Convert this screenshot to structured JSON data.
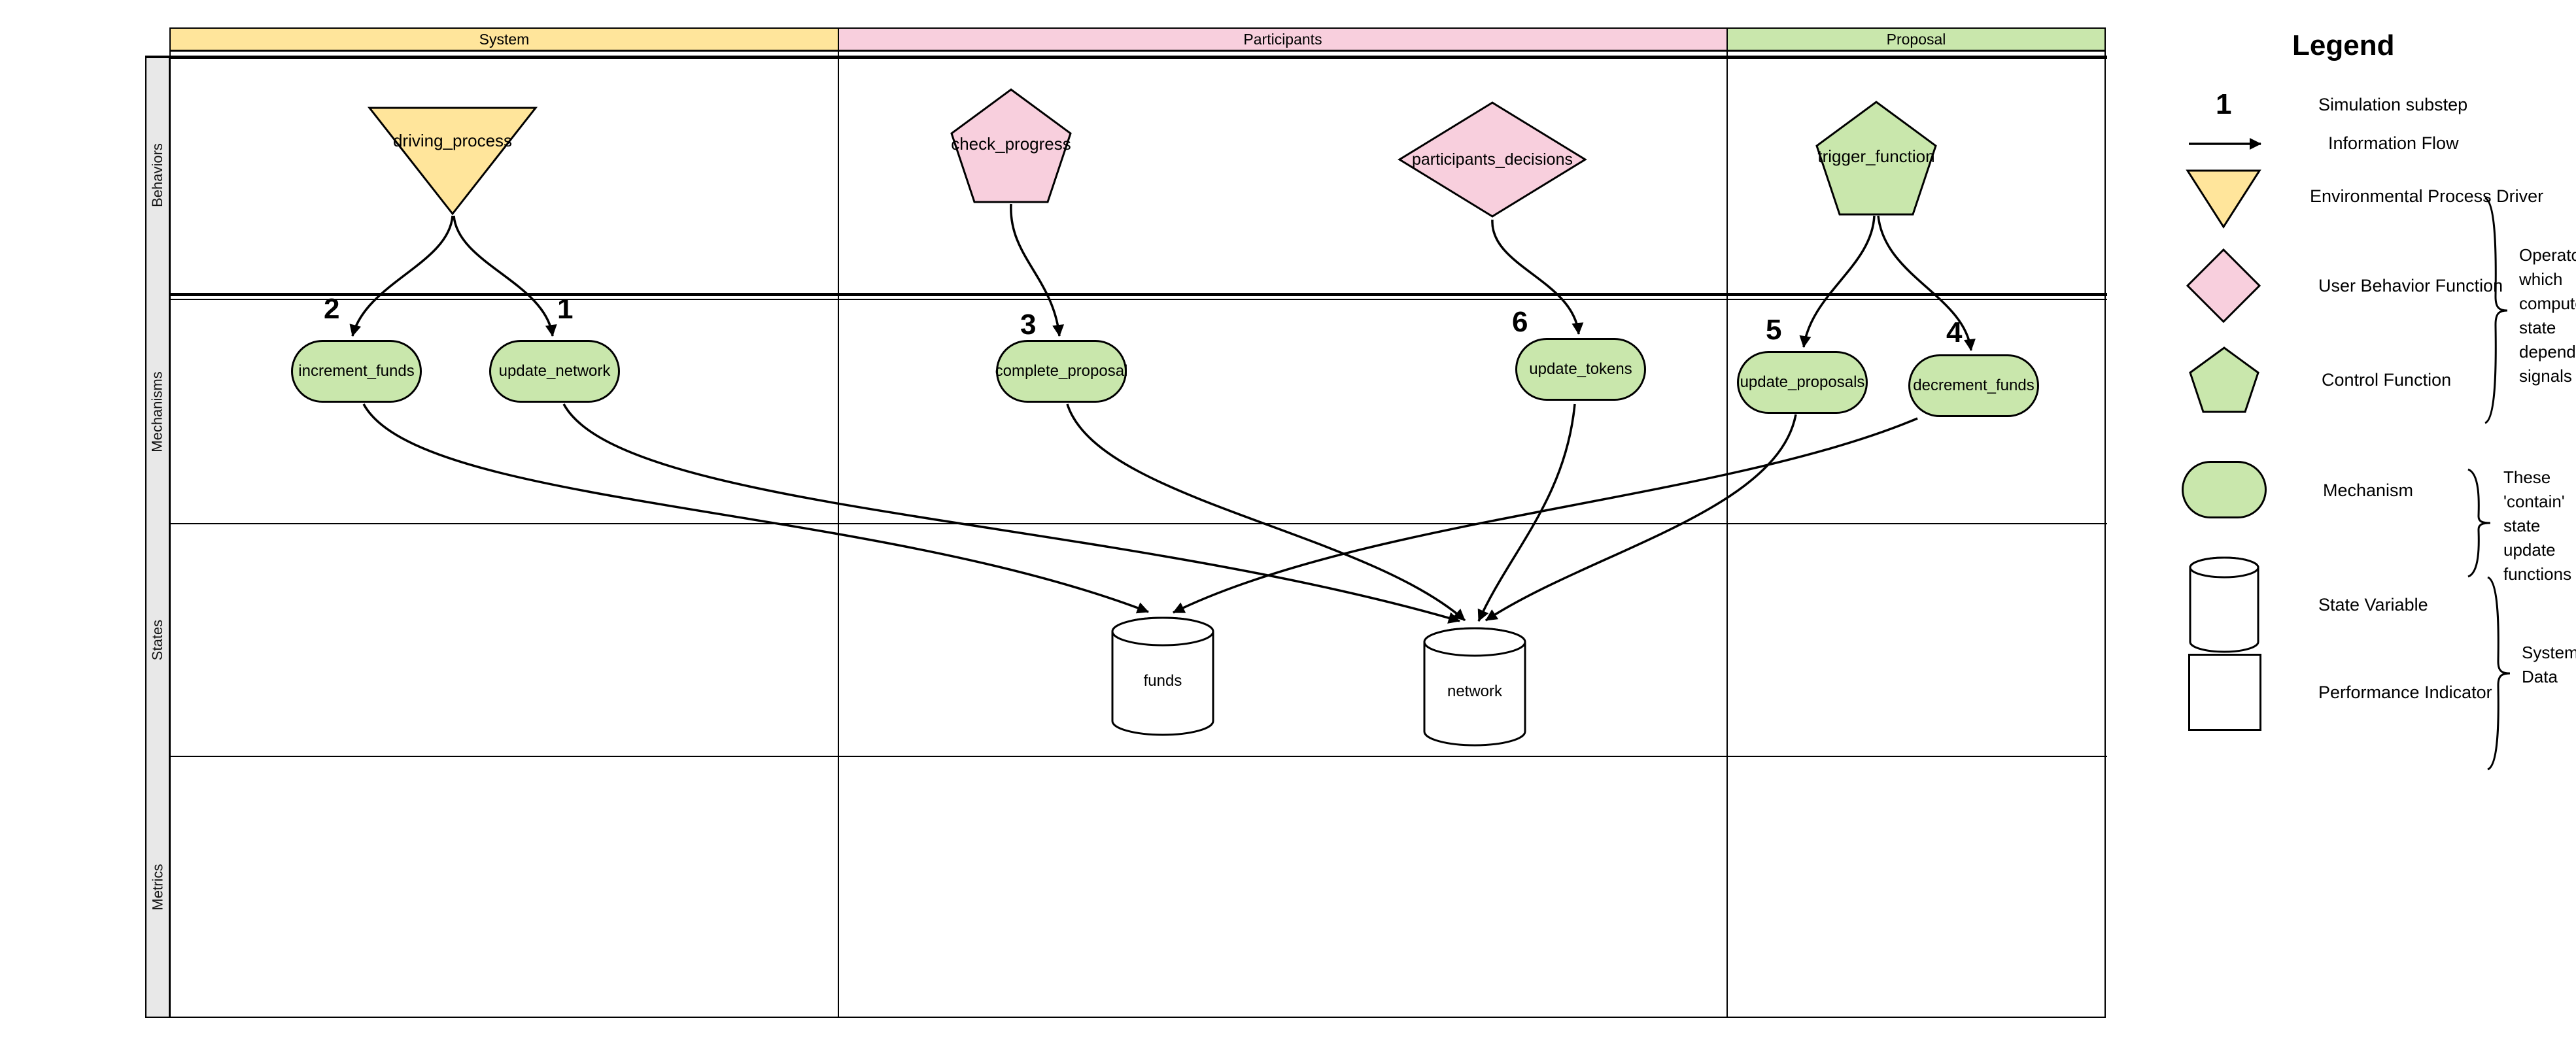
{
  "diagram": {
    "columns": [
      {
        "label": "System",
        "color": "#FFE59B"
      },
      {
        "label": "Participants",
        "color": "#F8CFDD"
      },
      {
        "label": "Proposal",
        "color": "#C9E7AC"
      }
    ],
    "rows": [
      {
        "label": "Behaviors"
      },
      {
        "label": "Mechanisms"
      },
      {
        "label": "States"
      },
      {
        "label": "Metrics"
      }
    ],
    "behaviors": {
      "driving_process": {
        "label": "driving_process",
        "shape": "inverted-triangle",
        "color": "#FFE59B",
        "column": "System"
      },
      "check_progress": {
        "label": "check_progress",
        "shape": "pentagon",
        "color": "#F8CFDD",
        "column": "Participants"
      },
      "participants_decisions": {
        "label": "participants_decisions",
        "shape": "diamond",
        "color": "#F8CFDD",
        "column": "Participants"
      },
      "trigger_function": {
        "label": "trigger_function",
        "shape": "pentagon",
        "color": "#C9E7AC",
        "column": "Proposal"
      }
    },
    "mechanisms": {
      "increment_funds": {
        "label": "increment_funds",
        "substep": "2",
        "column": "System"
      },
      "update_network": {
        "label": "update_network",
        "substep": "1",
        "column": "System"
      },
      "complete_proposal": {
        "label": "complete_proposal",
        "substep": "3",
        "column": "Participants"
      },
      "update_tokens": {
        "label": "update_tokens",
        "substep": "6",
        "column": "Participants"
      },
      "update_proposals": {
        "label": "update_proposals",
        "substep": "5",
        "column": "Proposal"
      },
      "decrement_funds": {
        "label": "decrement_funds",
        "substep": "4",
        "column": "Proposal"
      }
    },
    "states": {
      "funds": {
        "label": "funds",
        "shape": "cylinder"
      },
      "network": {
        "label": "network",
        "shape": "cylinder"
      }
    },
    "flows": [
      {
        "from": "driving_process",
        "to": "increment_funds"
      },
      {
        "from": "driving_process",
        "to": "update_network"
      },
      {
        "from": "check_progress",
        "to": "complete_proposal"
      },
      {
        "from": "participants_decisions",
        "to": "update_tokens"
      },
      {
        "from": "trigger_function",
        "to": "update_proposals"
      },
      {
        "from": "trigger_function",
        "to": "decrement_funds"
      },
      {
        "from": "increment_funds",
        "to": "funds"
      },
      {
        "from": "decrement_funds",
        "to": "funds"
      },
      {
        "from": "update_network",
        "to": "network"
      },
      {
        "from": "complete_proposal",
        "to": "network"
      },
      {
        "from": "update_tokens",
        "to": "network"
      },
      {
        "from": "update_proposals",
        "to": "network"
      }
    ]
  },
  "legend": {
    "title": "Legend",
    "items": [
      {
        "symbol": "number",
        "sample": "1",
        "label": "Simulation substep"
      },
      {
        "symbol": "arrow",
        "label": "Information Flow"
      },
      {
        "symbol": "inverted-triangle",
        "color": "#FFE59B",
        "label": "Environmental Process Driver"
      },
      {
        "symbol": "diamond",
        "color": "#F8CFDD",
        "label": "User Behavior Function"
      },
      {
        "symbol": "pentagon",
        "color": "#C9E7AC",
        "label": "Control Function"
      },
      {
        "symbol": "pill",
        "color": "#C9E7AC",
        "label": "Mechanism"
      },
      {
        "symbol": "cylinder",
        "color": "#FFFFFF",
        "label": "State Variable"
      },
      {
        "symbol": "square",
        "color": "#FFFFFF",
        "label": "Performance Indicator"
      }
    ],
    "annotations": [
      {
        "text": "Operators which compute state dependent signals"
      },
      {
        "text": "These 'contain' state update functions"
      },
      {
        "text": "System Data"
      }
    ]
  },
  "colors": {
    "yellow": "#FFE59B",
    "pink": "#F8CFDD",
    "green": "#C9E7AC",
    "row_label_bg": "#E8E8E8",
    "line": "#000000"
  }
}
